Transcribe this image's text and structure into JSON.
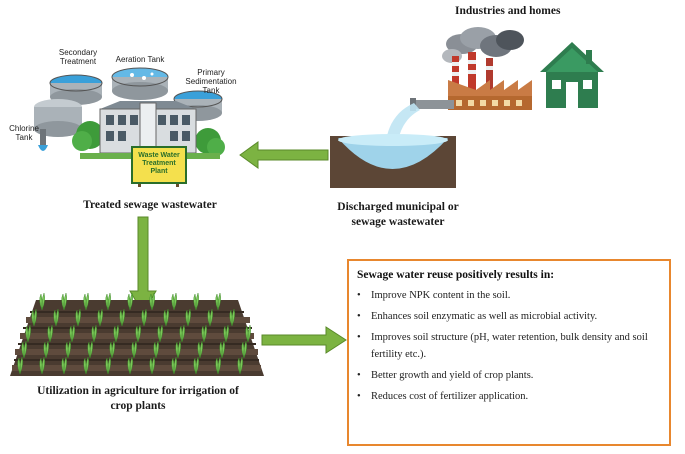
{
  "labels": {
    "industries": "Industries and homes",
    "treated": "Treated  sewage wastewater",
    "discharged_line1": "Discharged municipal   or",
    "discharged_line2": "sewage wastewater",
    "utilization_line1": "Utilization  in agriculture for irrigation  of",
    "utilization_line2": "crop plants"
  },
  "plant": {
    "secondary_line1": "Secondary",
    "secondary_line2": "Treatment",
    "aeration": "Aeration Tank",
    "primary_line1": "Primary",
    "primary_line2": "Sedimentation",
    "primary_line3": "Tank",
    "chlorine_line1": "Chlorine",
    "chlorine_line2": "Tank",
    "sign_line1": "Waste Water",
    "sign_line2": "Treatment",
    "sign_line3": "Plant"
  },
  "benefits": {
    "title": "Sewage water reuse positively results in:",
    "items": [
      "Improve NPK content in the soil.",
      "Enhances soil  enzymatic  as well as microbial  activity.",
      "Improves soil structure (pH, water retention,  bulk density and soil fertility  etc.).",
      "Better growth and yield  of crop plants.",
      "Reduces cost of fertilizer application."
    ]
  },
  "colors": {
    "arrow": "#7cb342",
    "arrow_dark": "#5a8a2a",
    "box_border": "#e8872e",
    "house": "#2e7d4f",
    "water": "#9fd3ea",
    "soil": "#4a3b30"
  }
}
